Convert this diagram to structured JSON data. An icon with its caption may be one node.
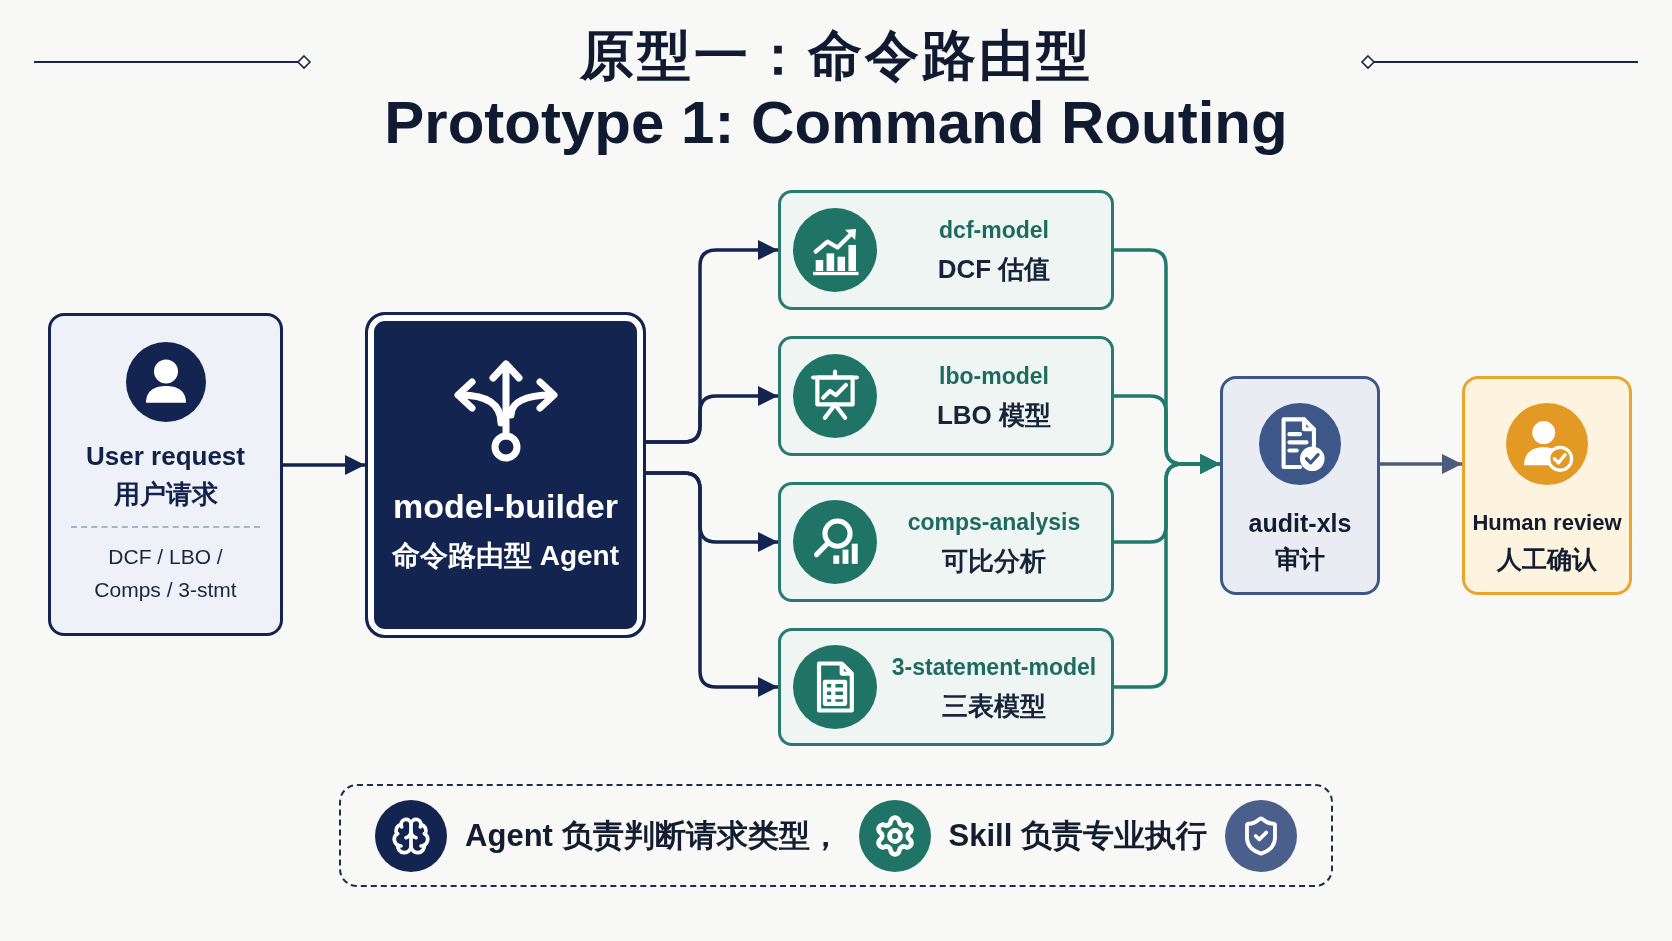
{
  "diagram": {
    "title": "原型一：命令路由型",
    "nodes": [
      {
        "text": [
          "User request",
          "用户请求",
          "DCF / LBO / Comps / 3-stmt"
        ]
      },
      {
        "text": [
          "model-builder",
          "命令路由型 Agent"
        ]
      },
      {
        "text": [
          "dcf-model",
          "DCF 估值"
        ]
      },
      {
        "text": [
          "lbo-model",
          "LBO 模型"
        ]
      },
      {
        "text": [
          "comps-analysis",
          "可比分析"
        ]
      },
      {
        "text": [
          "3-statement-model",
          "三表模型"
        ]
      },
      {
        "text": [
          "audit-xls",
          "审计"
        ]
      },
      {
        "text": [
          "Human review",
          "人工确认"
        ]
      },
      {
        "text": [
          "Agent 负责判断请求类型，",
          "Skill 负责专业执行"
        ]
      }
    ],
    "edges": [
      {
        "from": 0,
        "to": 1,
        "arrow": "to"
      },
      {
        "from": 1,
        "to": 2,
        "arrow": "to"
      },
      {
        "from": 1,
        "to": 3,
        "arrow": "to"
      },
      {
        "from": 1,
        "to": 4,
        "arrow": "to"
      },
      {
        "from": 1,
        "to": 5,
        "arrow": "to"
      },
      {
        "from": 2,
        "to": 6,
        "arrow": "to",
        "color": "#1f7a6c"
      },
      {
        "from": 3,
        "to": 6,
        "arrow": "to",
        "color": "#1f7a6c"
      },
      {
        "from": 4,
        "to": 6,
        "arrow": "to",
        "color": "#1f7a6c"
      },
      {
        "from": 5,
        "to": 6,
        "arrow": "to",
        "color": "#1f7a6c"
      },
      {
        "from": 6,
        "to": 7,
        "arrow": "to",
        "color": "#4b5b7a"
      }
    ],
    "labels": [
      "Prototype 1: Command Routing"
    ]
  }
}
